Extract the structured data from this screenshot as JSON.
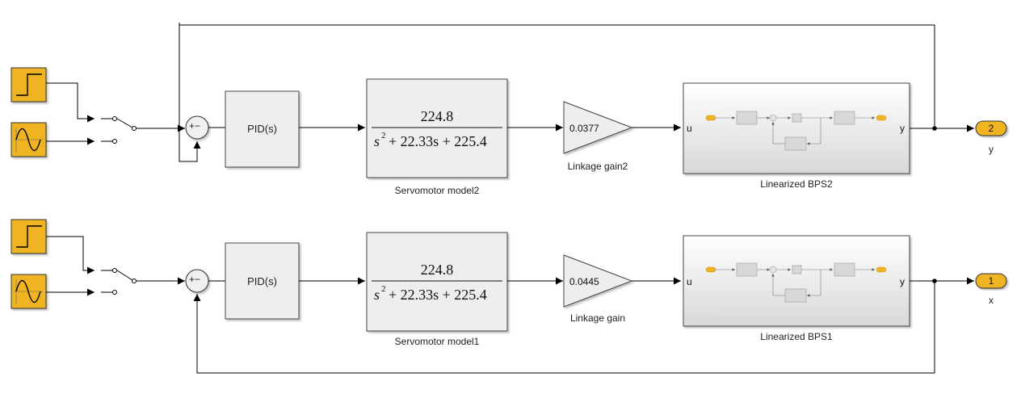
{
  "rows": [
    {
      "id": "top",
      "pid_label": "PID(s)",
      "tf_numerator": "224.8",
      "tf_den_s": "s",
      "tf_den_exp": "2",
      "tf_den_rest": "+ 22.33s + 225.4",
      "servo_label": "Servomotor model2",
      "gain_value": "0.0377",
      "gain_label": "Linkage gain2",
      "bps_label": "Linearized BPS2",
      "bps_in": "u",
      "bps_out": "y",
      "outport_number": "2",
      "outport_label": "y",
      "sum_signs": "+−"
    },
    {
      "id": "bottom",
      "pid_label": "PID(s)",
      "tf_numerator": "224.8",
      "tf_den_s": "s",
      "tf_den_exp": "2",
      "tf_den_rest": "+ 22.33s + 225.4",
      "servo_label": "Servomotor model1",
      "gain_value": "0.0445",
      "gain_label": "Linkage gain",
      "bps_label": "Linearized BPS1",
      "bps_in": "u",
      "bps_out": "y",
      "outport_number": "1",
      "outport_label": "x",
      "sum_signs": "+−"
    }
  ],
  "colors": {
    "source_fill": "#f0b323",
    "block_fill": "#eeeeee",
    "outport_fill": "#f0b323"
  },
  "icons": [
    "step-source-icon",
    "sine-source-icon",
    "manual-switch-icon",
    "sum-icon",
    "gain-triangle-icon",
    "subsystem-preview-icon",
    "outport-icon"
  ]
}
